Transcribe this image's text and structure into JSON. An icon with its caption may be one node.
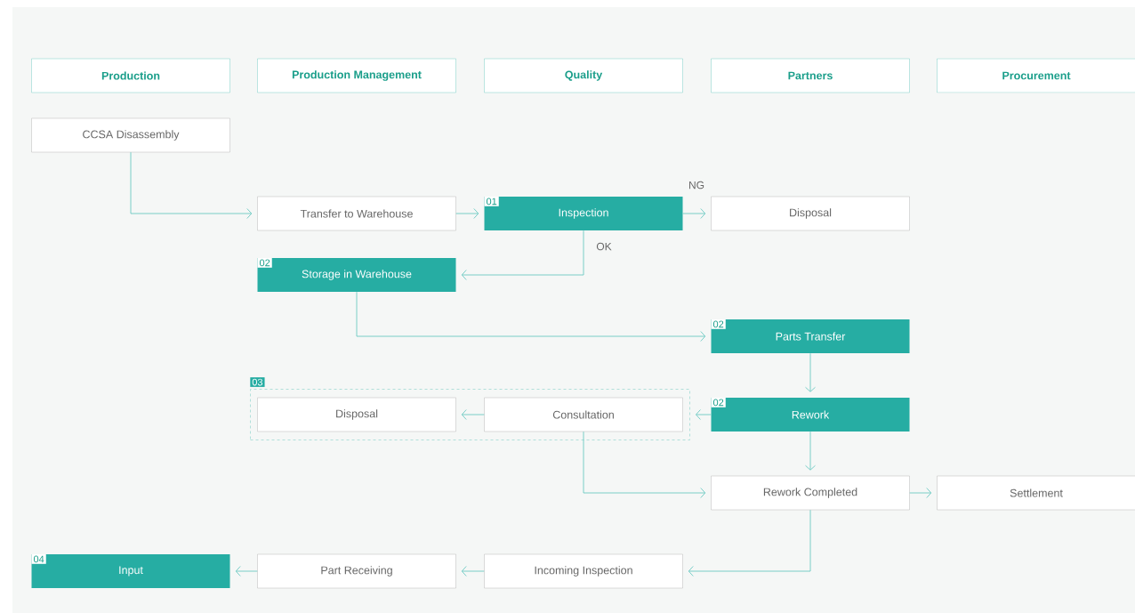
{
  "diagram": {
    "nodes": [
      {
        "text": [
          "Production"
        ]
      },
      {
        "text": [
          "Production Management"
        ]
      },
      {
        "text": [
          "Quality"
        ]
      },
      {
        "text": [
          "Partners"
        ]
      },
      {
        "text": [
          "Procurement"
        ]
      },
      {
        "text": [
          "CCSA Disassembly"
        ]
      },
      {
        "text": [
          "Transfer to Warehouse"
        ]
      },
      {
        "text": [
          "01",
          "Inspection"
        ]
      },
      {
        "text": [
          "Disposal"
        ]
      },
      {
        "text": [
          "02",
          "Storage in Warehouse"
        ]
      },
      {
        "text": [
          "02",
          "Parts Transfer"
        ]
      },
      {
        "text": [
          "03"
        ]
      },
      {
        "text": [
          "Disposal"
        ],
        "in": 11
      },
      {
        "text": [
          "Consultation"
        ],
        "in": 11
      },
      {
        "text": [
          "02",
          "Rework"
        ]
      },
      {
        "text": [
          "Rework Completed"
        ]
      },
      {
        "text": [
          "Settlement"
        ]
      },
      {
        "text": [
          "Incoming Inspection"
        ]
      },
      {
        "text": [
          "Part Receiving"
        ]
      },
      {
        "text": [
          "04",
          "Input"
        ]
      }
    ],
    "edges": [
      {
        "from": 5,
        "to": 6,
        "arrow": "to"
      },
      {
        "from": 6,
        "to": 7,
        "arrow": "to"
      },
      {
        "from": 7,
        "to": 8,
        "arrow": "to",
        "label": "NG"
      },
      {
        "from": 7,
        "to": 9,
        "arrow": "to",
        "label": "OK"
      },
      {
        "from": 9,
        "to": 10,
        "arrow": "to"
      },
      {
        "from": 10,
        "to": 14,
        "arrow": "to"
      },
      {
        "from": 14,
        "to": 11,
        "arrow": "to"
      },
      {
        "from": 13,
        "to": 12,
        "arrow": "to"
      },
      {
        "from": 13,
        "to": 15,
        "arrow": "to"
      },
      {
        "from": 14,
        "to": 15,
        "arrow": "to"
      },
      {
        "from": 15,
        "to": 16,
        "arrow": "to"
      },
      {
        "from": 15,
        "to": 17,
        "arrow": "to"
      },
      {
        "from": 17,
        "to": 18,
        "arrow": "to"
      },
      {
        "from": 18,
        "to": 19,
        "arrow": "to"
      }
    ]
  }
}
